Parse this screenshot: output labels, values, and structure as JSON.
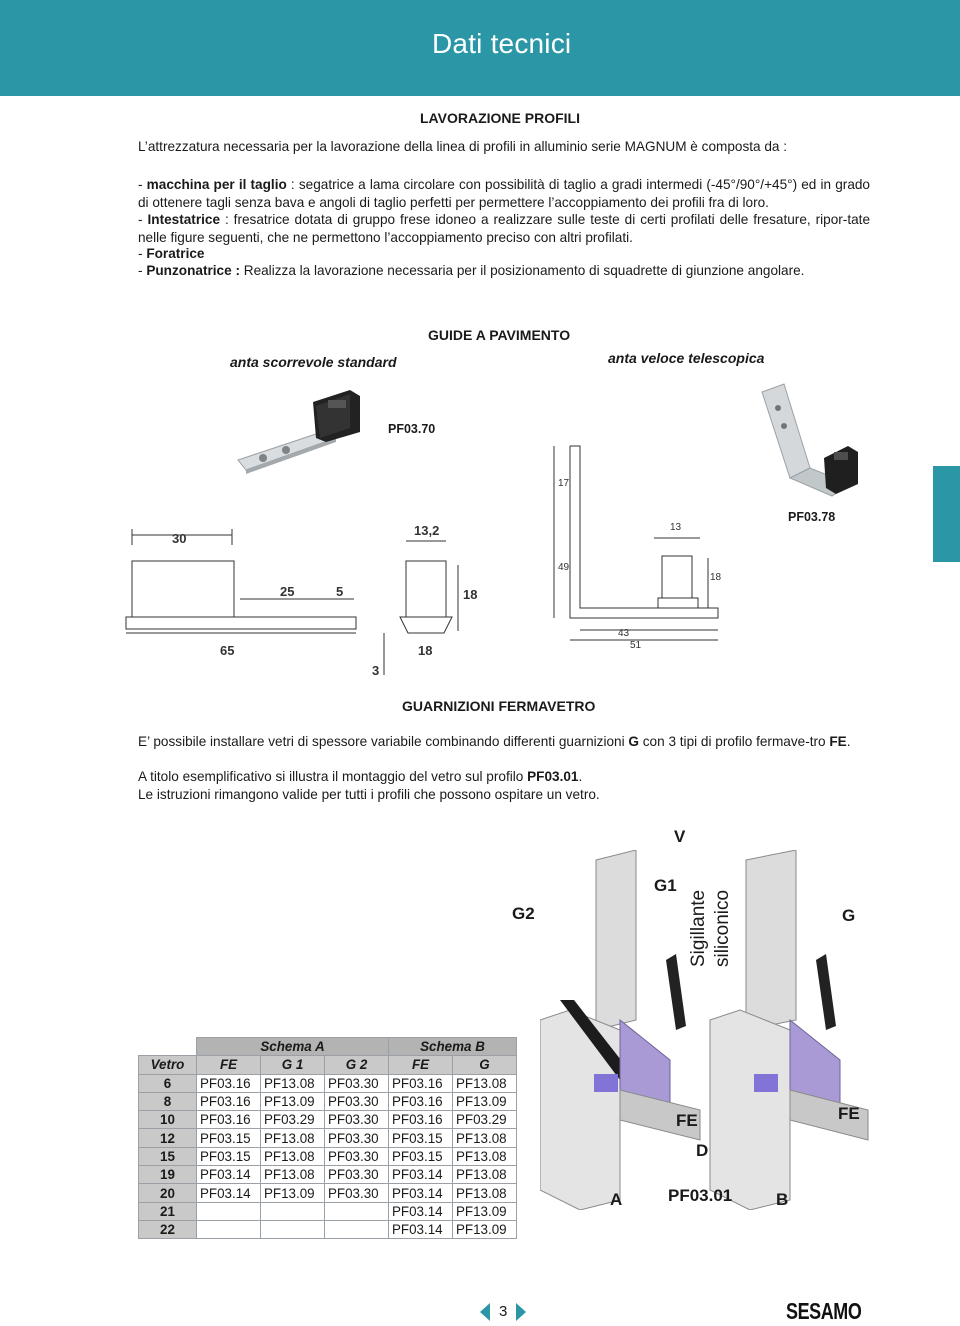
{
  "header": {
    "title": "Dati tecnici"
  },
  "section1": {
    "heading": "LAVORAZIONE PROFILI",
    "intro": "L’attrezzatura necessaria per la lavorazione della linea di profili in alluminio serie MAGNUM è composta da :",
    "items": [
      {
        "prefix": "- ",
        "term": "macchina per il taglio",
        "text": " : segatrice a lama circolare con possibilità di taglio a gradi intermedi (-45°/90°/+45°) ed in grado di ottenere tagli senza bava e angoli di taglio perfetti per permettere l’accoppiamento dei profili fra di loro."
      },
      {
        "prefix": "- ",
        "term": "Intestatrice",
        "text": " : fresatrice dotata di gruppo frese idoneo a realizzare sulle teste di certi profilati delle fresature, ripor-tate nelle figure seguenti, che ne permettono l’accoppiamento preciso con altri profilati."
      },
      {
        "prefix": "- ",
        "term": "Foratrice",
        "text": ""
      },
      {
        "prefix": "- ",
        "term": "Punzonatrice :",
        "text": " Realizza la lavorazione necessaria per il posizionamento di squadrette di giunzione angolare."
      }
    ]
  },
  "guide": {
    "heading": "GUIDE A PAVIMENTO",
    "left_caption": "anta scorrevole standard",
    "right_caption": "anta veloce telescopica",
    "code_left": "PF03.70",
    "code_right": "PF03.78",
    "dims_left": [
      "30",
      "13,2",
      "25",
      "5",
      "18",
      "65",
      "18",
      "3"
    ],
    "dims_right": [
      "17",
      "49",
      "13",
      "18",
      "43",
      "51"
    ]
  },
  "section2": {
    "heading": "GUARNIZIONI FERMAVETRO",
    "p1_pre": "E’ possibile installare vetri di spessore variabile combinando differenti guarnizioni ",
    "p1_g": "G",
    "p1_mid": " con 3 tipi di profilo fermave-tro ",
    "p1_fe": "FE",
    "p1_end": ".",
    "p2_pre": "A titolo esemplificativo si illustra il montaggio del vetro sul profilo ",
    "p2_code": "PF03.01",
    "p2_end": ".",
    "p3": "Le istruzioni rimangono valide per tutti i profili che possono ospitare un vetro."
  },
  "diagram_labels": {
    "v": "V",
    "g1": "G1",
    "g2": "G2",
    "sig1": "Sigillante",
    "sig2": "siliconico",
    "g": "G",
    "fe_left": "FE",
    "fe_right": "FE",
    "d": "D",
    "a": "A",
    "code": "PF03.01",
    "b": "B"
  },
  "table": {
    "group_a": "Schema A",
    "group_b": "Schema B",
    "columns": [
      "Vetro",
      "FE",
      "G 1",
      "G 2",
      "FE",
      "G"
    ],
    "rows": [
      [
        "6",
        "PF03.16",
        "PF13.08",
        "PF03.30",
        "PF03.16",
        "PF13.08"
      ],
      [
        "8",
        "PF03.16",
        "PF13.09",
        "PF03.30",
        "PF03.16",
        "PF13.09"
      ],
      [
        "10",
        "PF03.16",
        "PF03.29",
        "PF03.30",
        "PF03.16",
        "PF03.29"
      ],
      [
        "12",
        "PF03.15",
        "PF13.08",
        "PF03.30",
        "PF03.15",
        "PF13.08"
      ],
      [
        "15",
        "PF03.15",
        "PF13.08",
        "PF03.30",
        "PF03.15",
        "PF13.08"
      ],
      [
        "19",
        "PF03.14",
        "PF13.08",
        "PF03.30",
        "PF03.14",
        "PF13.08"
      ],
      [
        "20",
        "PF03.14",
        "PF13.09",
        "PF03.30",
        "PF03.14",
        "PF13.08"
      ],
      [
        "21",
        "",
        "",
        "",
        "PF03.14",
        "PF13.09"
      ],
      [
        "22",
        "",
        "",
        "",
        "PF03.14",
        "PF13.09"
      ]
    ]
  },
  "footer": {
    "page": "3",
    "logo": "SESAMO",
    "accent": "#2b97a6"
  }
}
